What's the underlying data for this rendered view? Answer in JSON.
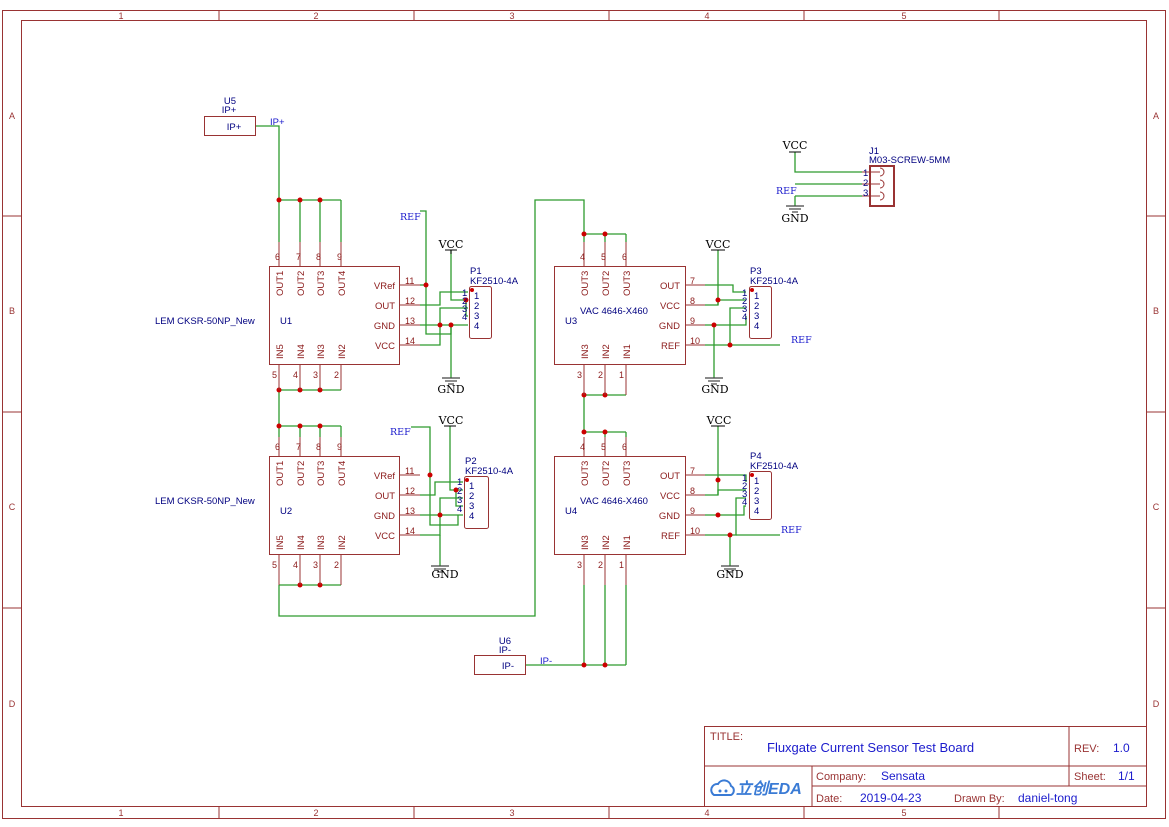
{
  "frame": {
    "columns": [
      "1",
      "2",
      "3",
      "4",
      "5"
    ],
    "rows": [
      "A",
      "B",
      "C",
      "D"
    ]
  },
  "title_block": {
    "title_label": "TITLE:",
    "title": "Fluxgate Current Sensor Test Board",
    "rev_label": "REV:",
    "rev": "1.0",
    "company_label": "Company:",
    "company": "Sensata",
    "sheet_label": "Sheet:",
    "sheet": "1/1",
    "date_label": "Date:",
    "date": "2019-04-23",
    "drawn_by_label": "Drawn By:",
    "drawn_by": "daniel-tong",
    "logo": "立创EDA"
  },
  "power": {
    "vcc": "VCC",
    "gnd": "GND",
    "ref": "REF"
  },
  "nets": {
    "ip_plus": "IP+",
    "ip_minus": "IP-"
  },
  "components": {
    "u1": {
      "ref": "U1",
      "value": "LEM CKSR-50NP_New"
    },
    "u2": {
      "ref": "U2",
      "value": "LEM CKSR-50NP_New"
    },
    "u3": {
      "ref": "U3",
      "value": "VAC 4646-X460"
    },
    "u4": {
      "ref": "U4",
      "value": "VAC 4646-X460"
    },
    "u5": {
      "ref": "U5",
      "value": "IP+",
      "pin": "IP+"
    },
    "u6": {
      "ref": "U6",
      "value": "IP-",
      "pin": "IP-"
    },
    "j1": {
      "ref": "J1",
      "value": "M03-SCREW-5MM",
      "pins": [
        "1",
        "2",
        "3"
      ]
    },
    "p1": {
      "ref": "P1",
      "value": "KF2510-4A"
    },
    "p2": {
      "ref": "P2",
      "value": "KF2510-4A"
    },
    "p3": {
      "ref": "P3",
      "value": "KF2510-4A"
    },
    "p4": {
      "ref": "P4",
      "value": "KF2510-4A"
    }
  },
  "lem_pins": {
    "top": [
      {
        "num": "6",
        "name": "OUT1"
      },
      {
        "num": "7",
        "name": "OUT2"
      },
      {
        "num": "8",
        "name": "OUT3"
      },
      {
        "num": "9",
        "name": "OUT4"
      }
    ],
    "bottom": [
      {
        "num": "5",
        "name": "IN5"
      },
      {
        "num": "4",
        "name": "IN4"
      },
      {
        "num": "3",
        "name": "IN3"
      },
      {
        "num": "2",
        "name": "IN2"
      }
    ],
    "right": [
      {
        "num": "11",
        "name": "VRef"
      },
      {
        "num": "12",
        "name": "OUT"
      },
      {
        "num": "13",
        "name": "GND"
      },
      {
        "num": "14",
        "name": "VCC"
      }
    ]
  },
  "vac_pins": {
    "top": [
      {
        "num": "4",
        "name": "OUT3"
      },
      {
        "num": "5",
        "name": "OUT2"
      },
      {
        "num": "6",
        "name": "OUT3"
      }
    ],
    "bottom": [
      {
        "num": "3",
        "name": "IN3"
      },
      {
        "num": "2",
        "name": "IN2"
      },
      {
        "num": "1",
        "name": "IN1"
      }
    ],
    "right": [
      {
        "num": "7",
        "name": "OUT"
      },
      {
        "num": "8",
        "name": "VCC"
      },
      {
        "num": "9",
        "name": "GND"
      },
      {
        "num": "10",
        "name": "REF"
      }
    ]
  },
  "header_pins": [
    "1",
    "2",
    "3",
    "4"
  ]
}
